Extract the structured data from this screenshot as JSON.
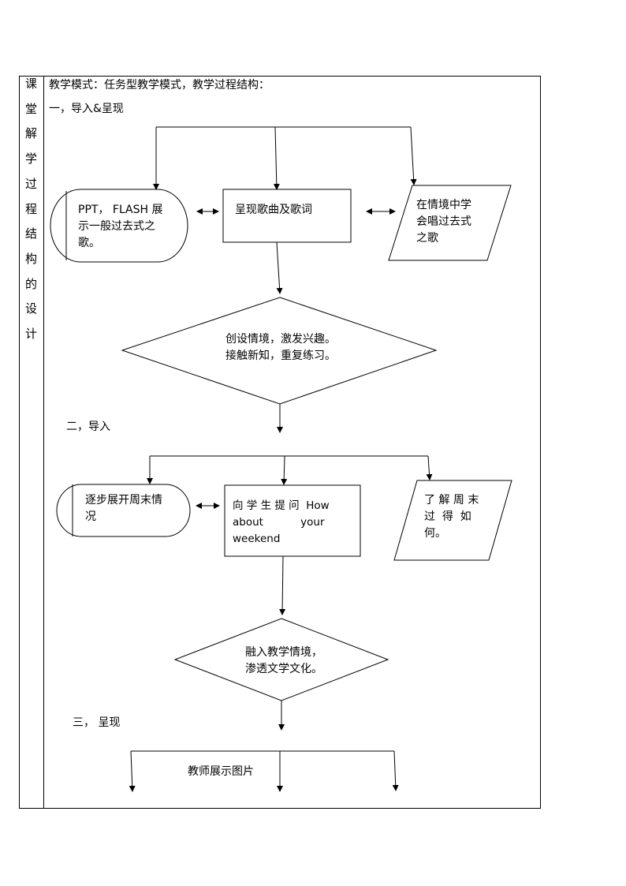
{
  "side_title": [
    "课",
    "堂",
    "解",
    "学",
    "过",
    "程",
    "结",
    "构",
    "的",
    "设",
    "计"
  ],
  "header": "教学模式：任务型教学模式，教学过程结构：",
  "section1": {
    "title": "一，导入&呈现",
    "left_box": [
      "PPT， FLASH 展",
      "示一般过去式之",
      "歌。"
    ],
    "center_box": "呈现歌曲及歌词",
    "right_box": [
      "在情境中学",
      "会唱过去式",
      "之歌"
    ],
    "diamond": [
      "创设情境，激发兴趣。",
      "接触新知，重复练习。"
    ]
  },
  "section2": {
    "title": "二，导入",
    "left_box": [
      "逐步展开周末情",
      "况"
    ],
    "center_box": [
      "向 学 生 提 问  How",
      "about           your",
      "weekend"
    ],
    "right_box": [
      "了 解 周 末",
      "过  得  如",
      "何。"
    ],
    "diamond": [
      "融入教学情境，",
      "渗透文学文化。"
    ]
  },
  "section3": {
    "title": "三， 呈现",
    "teacher_label": "教师展示图片"
  }
}
